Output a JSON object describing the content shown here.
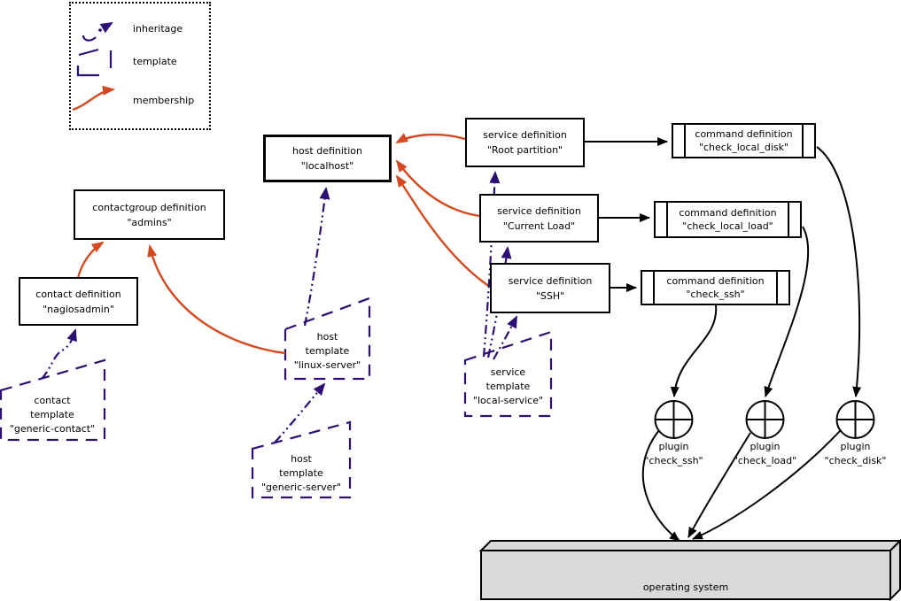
{
  "legend": {
    "items": [
      {
        "id": "inheritance",
        "label": "inheritage"
      },
      {
        "id": "template",
        "label": "template"
      },
      {
        "id": "membership",
        "label": "membership"
      }
    ]
  },
  "nodes": {
    "contactgroup_admins": {
      "lines": [
        "contactgroup definition",
        "\"admins\""
      ]
    },
    "contact_nagiosadmin": {
      "lines": [
        "contact definition",
        "\"nagiosadmin\""
      ]
    },
    "contact_template_generic": {
      "lines": [
        "contact",
        "template",
        "\"generic-contact\""
      ]
    },
    "host_localhost": {
      "lines": [
        "host definition",
        "\"localhost\""
      ]
    },
    "host_template_linux": {
      "lines": [
        "host",
        "template",
        "\"linux-server\""
      ]
    },
    "host_template_generic": {
      "lines": [
        "host",
        "template",
        "\"generic-server\""
      ]
    },
    "service_root_partition": {
      "lines": [
        "service definition",
        "\"Root partition\""
      ]
    },
    "service_current_load": {
      "lines": [
        "service definition",
        "\"Current Load\""
      ]
    },
    "service_ssh": {
      "lines": [
        "service definition",
        "\"SSH\""
      ]
    },
    "service_template_local": {
      "lines": [
        "service",
        "template",
        "\"local-service\""
      ]
    },
    "command_check_local_disk": {
      "lines": [
        "command definition",
        "\"check_local_disk\""
      ]
    },
    "command_check_local_load": {
      "lines": [
        "command definition",
        "\"check_local_load\""
      ]
    },
    "command_check_ssh": {
      "lines": [
        "command definition",
        "\"check_ssh\""
      ]
    },
    "plugin_check_ssh": {
      "lines": [
        "plugin",
        "\"check_ssh\""
      ]
    },
    "plugin_check_load": {
      "lines": [
        "plugin",
        "\"check_load\""
      ]
    },
    "plugin_check_disk": {
      "lines": [
        "plugin",
        "\"check_disk\""
      ]
    },
    "operating_system": {
      "label": "operating system"
    }
  },
  "colors": {
    "inheritance": "#2d0e74",
    "membership": "#d4491f",
    "connector": "#000000",
    "os_fill": "#d9d9d9",
    "box_border": "#000000",
    "background": "#ffffff"
  }
}
